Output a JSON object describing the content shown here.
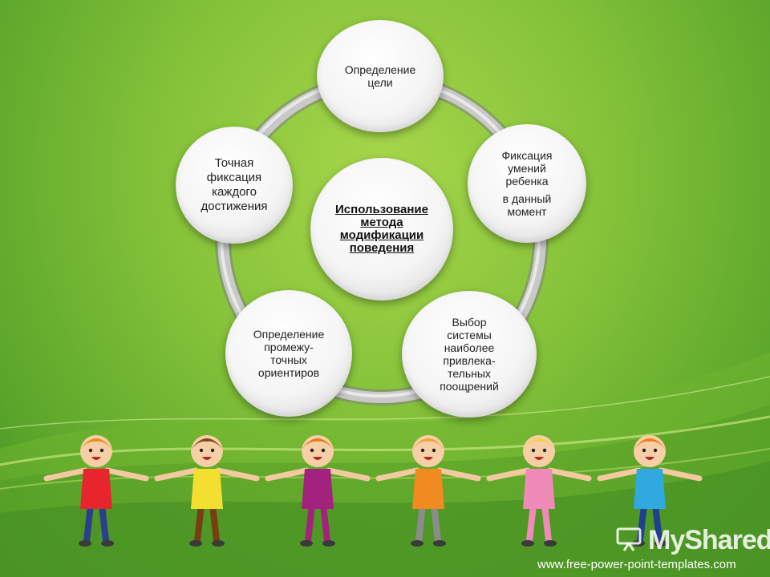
{
  "diagram": {
    "center": {
      "lines": [
        "Использование",
        "метода",
        "модификации",
        "поведения"
      ]
    },
    "nodes": [
      {
        "id": "top",
        "lines": [
          "Определение",
          "цели"
        ]
      },
      {
        "id": "right-top",
        "lines": [
          "Фиксация",
          "умений",
          "ребенка",
          "",
          "в данный",
          "момент"
        ]
      },
      {
        "id": "right-bottom",
        "lines": [
          "Выбор",
          "системы",
          "наиболее",
          "привлека-",
          "тельных",
          "поощрений"
        ]
      },
      {
        "id": "left-bottom",
        "lines": [
          "Определение",
          "промежу-",
          "точных",
          "ориентиров"
        ]
      },
      {
        "id": "left-top",
        "lines": [
          "Точная",
          "фиксация",
          "каждого",
          "достижения"
        ]
      }
    ]
  },
  "colors": {
    "background": "#86c33a",
    "ring": "#a9a9a9",
    "node_fill": "#f5f5f5"
  },
  "kids": [
    {
      "shirt": "#e8242d",
      "pants": "#2b3f8f",
      "hair": "#f08a1a"
    },
    {
      "shirt": "#f3df2f",
      "pants": "#7a3d12",
      "hair": "#7b4a1c"
    },
    {
      "shirt": "#a3227d",
      "pants": "#a3227d",
      "hair": "#e27b20"
    },
    {
      "shirt": "#f28a22",
      "pants": "#8c8c8c",
      "hair": "#f0a23a"
    },
    {
      "shirt": "#f08ab8",
      "pants": "#f08ab8",
      "hair": "#f3d24a"
    },
    {
      "shirt": "#2fa9e0",
      "pants": "#1f3f8f",
      "hair": "#f07a1a"
    }
  ],
  "watermark": {
    "text": "MyShared",
    "icon": "presentation-icon"
  },
  "footer": {
    "url": "www.free-power-point-templates.com"
  }
}
